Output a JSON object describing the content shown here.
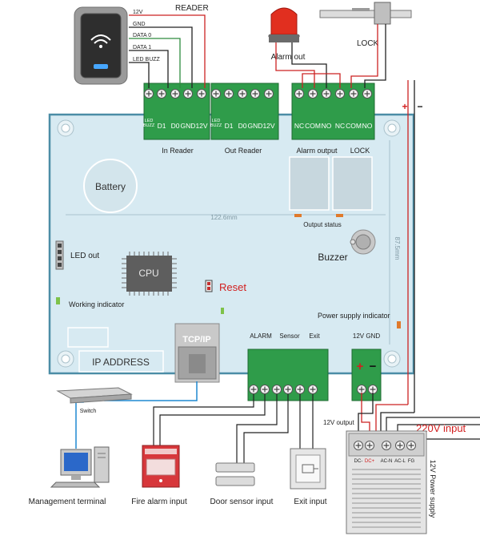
{
  "reader": {
    "title": "READER",
    "wires": [
      "12V",
      "GND",
      "DATA 0",
      "DATA 1",
      "LED BUZZ"
    ]
  },
  "alarm_device_label": "Alarm out",
  "lock_label": "LOCK",
  "terminals": {
    "in_reader": [
      "LED BUZZ",
      "D1",
      "D0",
      "GND",
      "12V"
    ],
    "out_reader": [
      "LED BUZZ",
      "D1",
      "D0",
      "GND",
      "12V"
    ],
    "relays": [
      "NC",
      "COM",
      "NO",
      "NC",
      "COM",
      "NO"
    ]
  },
  "board": {
    "in_reader_label": "In Reader",
    "out_reader_label": "Out Reader",
    "alarm_output_label": "Alarm output",
    "lock_label": "LOCK",
    "battery_label": "Battery",
    "width_dim": "122.6mm",
    "height_dim": "87.5mm",
    "output_status_label": "Output status",
    "led_out_label": "LED out",
    "cpu_label": "CPU",
    "buzzer_label": "Buzzer",
    "reset_label": "Reset",
    "working_indicator_label": "Working indicator",
    "power_indicator_label": "Power supply indicator",
    "ip_address_label": "IP ADDRESS",
    "tcpip_label": "TCP/IP"
  },
  "inputs": {
    "alarm": "ALARM",
    "sensor": "Sensor",
    "exit": "Exit",
    "power": "12V  GND",
    "plus": "+",
    "minus": "−"
  },
  "supply": {
    "output_label": "12V output",
    "input_label": "220V input",
    "terminals": [
      "DC-",
      "DC+",
      "AC-N",
      "AC-L",
      "FG"
    ],
    "name": "12V Power supply",
    "plus": "+",
    "minus": "−"
  },
  "bottom": {
    "switch_label": "Switch",
    "terminal_label": "Management terminal",
    "fire_label": "Fire alarm input",
    "door_label": "Door sensor input",
    "exit_label": "Exit input"
  },
  "colors": {
    "board": "#d7eaf2",
    "board_border": "#4b8da6",
    "terminal_green": "#2f9c4a",
    "wire_red": "#cc2222",
    "wire_blue": "#1e88d0",
    "text_red": "#d21f1f"
  }
}
